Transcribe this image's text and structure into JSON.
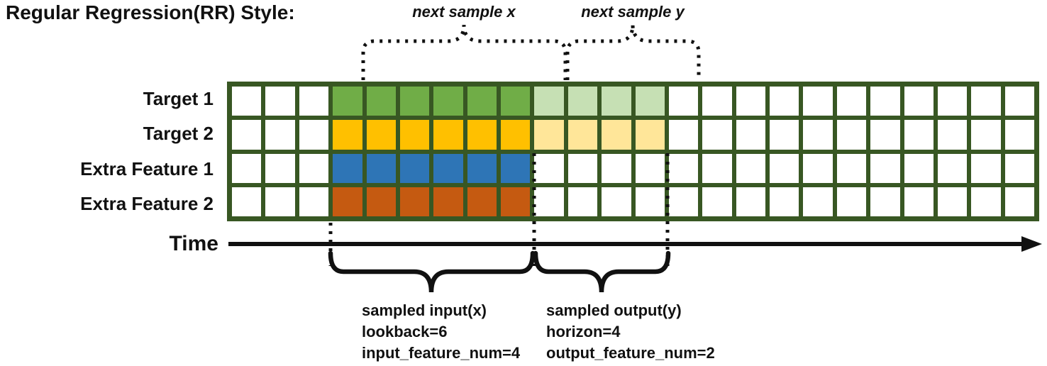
{
  "title": "Regular Regression(RR) Style:",
  "annotations": {
    "next_sample_x": "next sample x",
    "next_sample_y": "next sample y",
    "time_label": "Time",
    "input_block": {
      "line1": "sampled input(x)",
      "line2": "lookback=6",
      "line3": "input_feature_num=4"
    },
    "output_block": {
      "line1": "sampled output(y)",
      "line2": "horizon=4",
      "line3": "output_feature_num=2"
    }
  },
  "grid": {
    "columns": 24,
    "lead_empty_cols": 3,
    "lookback": 6,
    "horizon": 4,
    "border_color": "#385723",
    "empty_cell_color": "#ffffff",
    "rows": [
      {
        "label": "Target 1",
        "input_color": "#70AD47",
        "output_color": "#C6E0B4"
      },
      {
        "label": "Target 2",
        "input_color": "#FFC000",
        "output_color": "#FFE699"
      },
      {
        "label": "Extra Feature 1",
        "input_color": "#2E75B6",
        "output_color": null
      },
      {
        "label": "Extra Feature 2",
        "input_color": "#C55A11",
        "output_color": null
      }
    ]
  },
  "line_color": "#111111"
}
